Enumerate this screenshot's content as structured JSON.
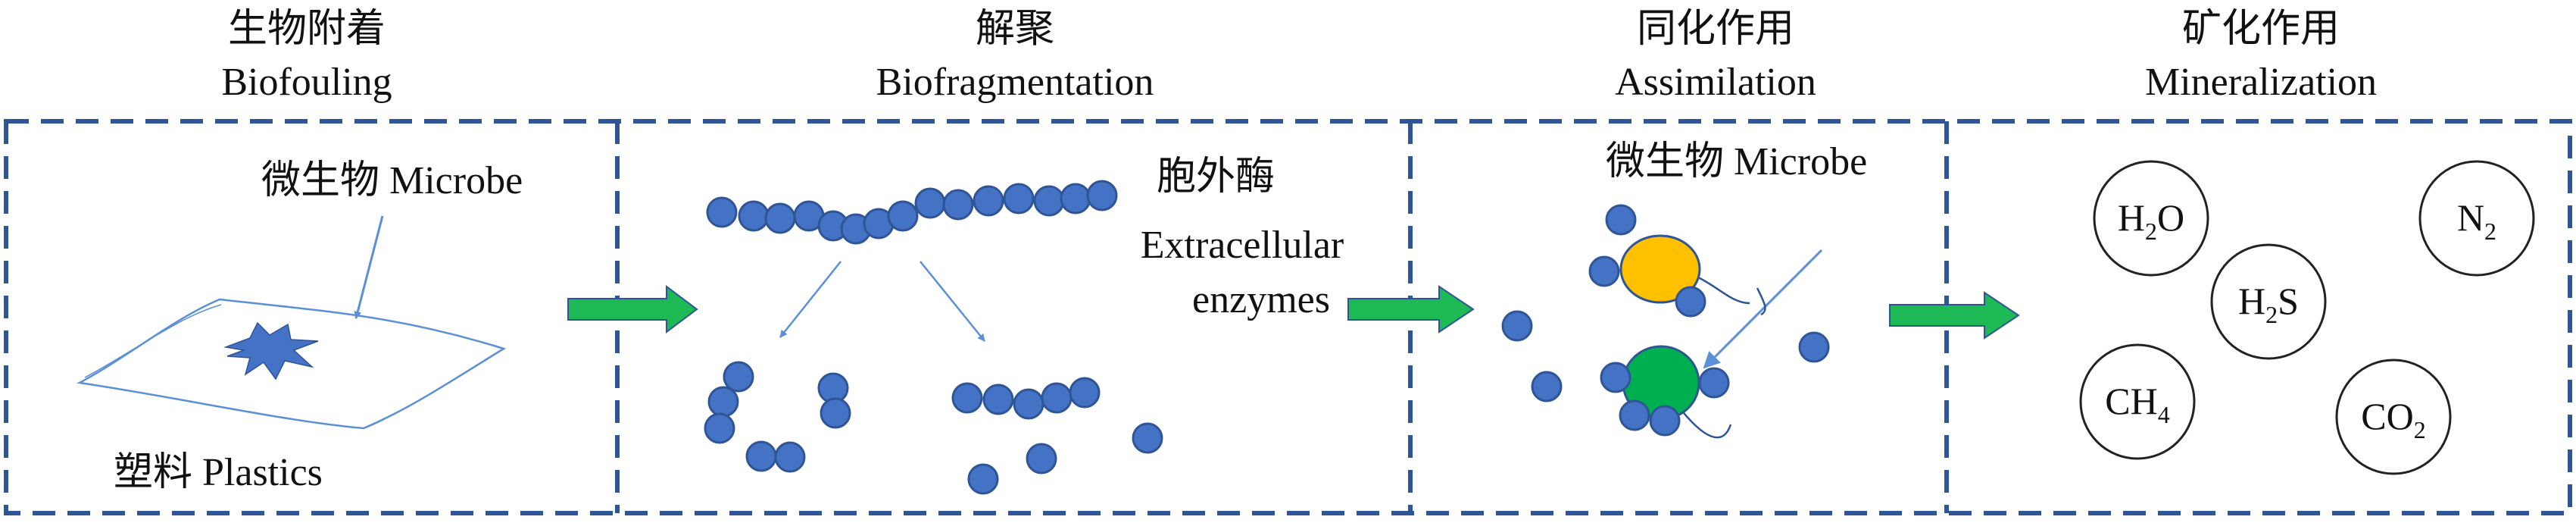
{
  "stages": [
    {
      "zh": "生物附着",
      "en": "Biofouling"
    },
    {
      "zh": "解聚",
      "en": "Biofragmentation"
    },
    {
      "zh": "同化作用",
      "en": "Assimilation"
    },
    {
      "zh": "矿化作用",
      "en": "Mineralization"
    }
  ],
  "labels": {
    "microbe_1": "微生物 Microbe",
    "plastics": "塑料 Plastics",
    "enzyme_zh": "胞外酶",
    "enzyme_en_1": "Extracellular",
    "enzyme_en_2": "enzymes",
    "microbe_2": "微生物 Microbe"
  },
  "gases": [
    {
      "base": "H",
      "sub": "2",
      "tail": "O"
    },
    {
      "base": "N",
      "sub": "2",
      "tail": ""
    },
    {
      "base": "H",
      "sub": "2",
      "tail": "S"
    },
    {
      "base": "CH",
      "sub": "4",
      "tail": ""
    },
    {
      "base": "CO",
      "sub": "2",
      "tail": ""
    }
  ],
  "colors": {
    "dash_border": "#2f5597",
    "flow_arrow": "#1db954",
    "bead": "#4472c4",
    "bead_stroke": "#2f5597",
    "thin_arrow": "#5b8fd6",
    "microbe_yellow": "#ffc000",
    "microbe_green": "#00b050"
  }
}
